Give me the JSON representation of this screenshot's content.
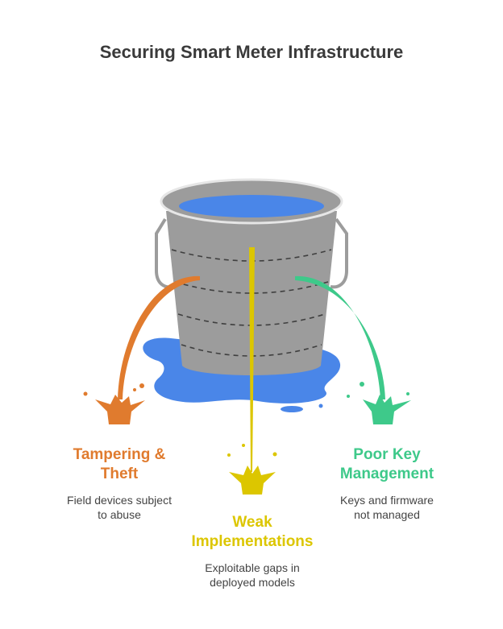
{
  "title": "Securing Smart Meter Infrastructure",
  "colors": {
    "bucket": "#9c9c9c",
    "water": "#4a86e8",
    "orange": "#e07b2e",
    "yellow": "#dcc600",
    "green": "#3ec98a",
    "text": "#3a3a3a"
  },
  "leaks": [
    {
      "title": "Tampering &\nTheft",
      "description": "Field devices subject\nto abuse",
      "color": "orange"
    },
    {
      "title": "Weak\nImplementations",
      "description": "Exploitable gaps in\ndeployed models",
      "color": "yellow"
    },
    {
      "title": "Poor Key\nManagement",
      "description": "Keys and firmware\nnot managed",
      "color": "green"
    }
  ]
}
